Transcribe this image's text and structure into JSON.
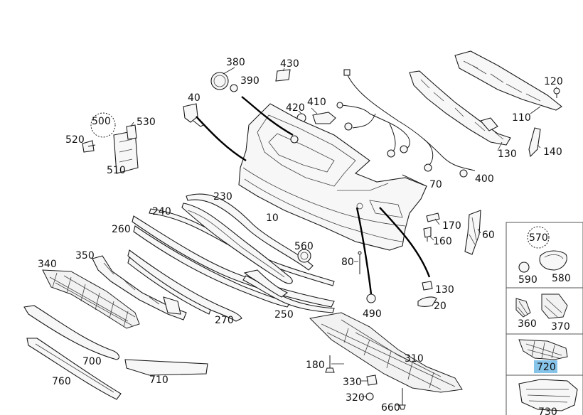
{
  "diagram": {
    "labels": {
      "p10": "10",
      "p20": "20",
      "p40": "40",
      "p60": "60",
      "p70": "70",
      "p80": "80",
      "p110": "110",
      "p120": "120",
      "p130a": "130",
      "p130b": "130",
      "p140": "140",
      "p160": "160",
      "p170": "170",
      "p180": "180",
      "p230": "230",
      "p240": "240",
      "p250": "250",
      "p260": "260",
      "p270": "270",
      "p310": "310",
      "p320": "320",
      "p330": "330",
      "p340": "340",
      "p350": "350",
      "p360": "360",
      "p370": "370",
      "p380": "380",
      "p390": "390",
      "p400": "400",
      "p410": "410",
      "p420": "420",
      "p430": "430",
      "p490": "490",
      "p500": "500",
      "p510": "510",
      "p520": "520",
      "p530": "530",
      "p560": "560",
      "p570": "570",
      "p580": "580",
      "p590": "590",
      "p660": "660",
      "p700": "700",
      "p710": "710",
      "p720": "720",
      "p730": "730",
      "p760": "760"
    },
    "colors": {
      "line": "#1a1a1a",
      "highlight": "#87c4ea",
      "panel_border": "#555555"
    },
    "highlighted_part": "720"
  }
}
